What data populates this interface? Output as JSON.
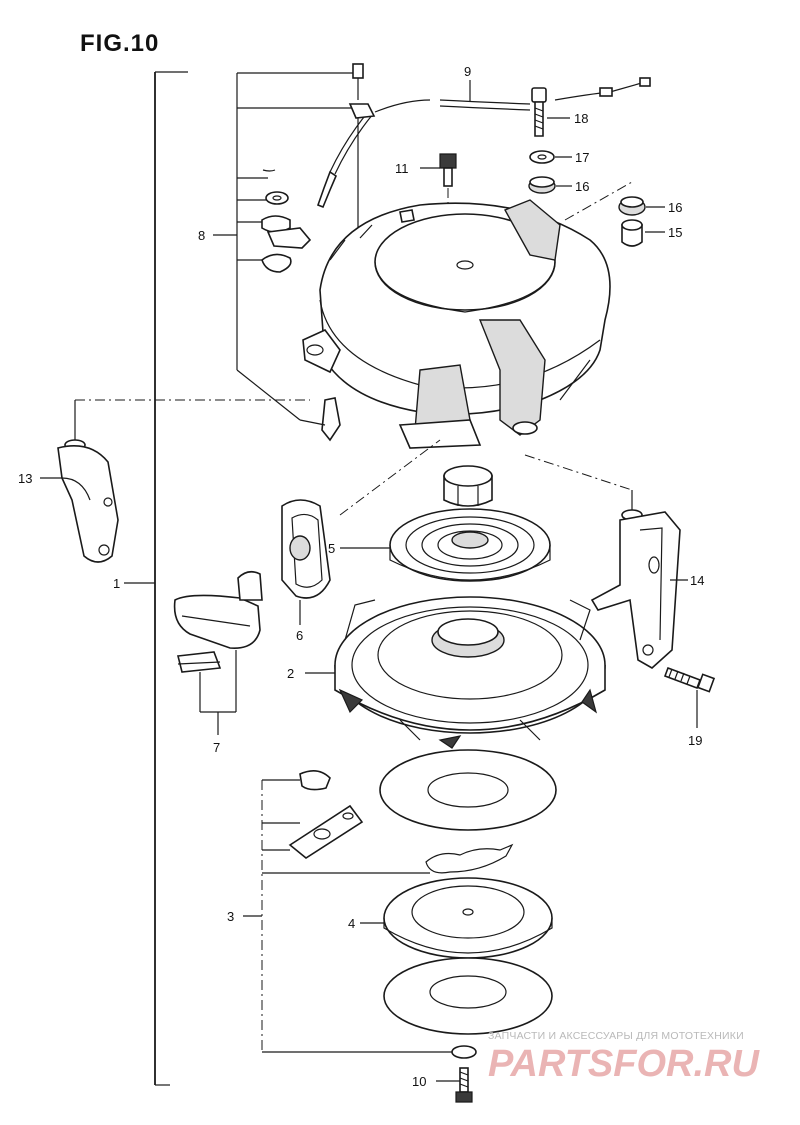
{
  "figure_title": "FIG.10",
  "callouts": {
    "c1": "1",
    "c2": "2",
    "c3": "3",
    "c4": "4",
    "c5": "5",
    "c6": "6",
    "c7": "7",
    "c8": "8",
    "c9": "9",
    "c10": "10",
    "c11": "11",
    "c13": "13",
    "c14": "14",
    "c15": "15",
    "c16a": "16",
    "c16b": "16",
    "c17": "17",
    "c18": "18",
    "c19": "19"
  },
  "watermark": {
    "tagline": "ЗАПЧАСТИ И АКСЕССУАРЫ ДЛЯ МОТОТЕХНИКИ",
    "logo_text": "PARTSFOR.RU",
    "color": "#e7a7a7"
  }
}
